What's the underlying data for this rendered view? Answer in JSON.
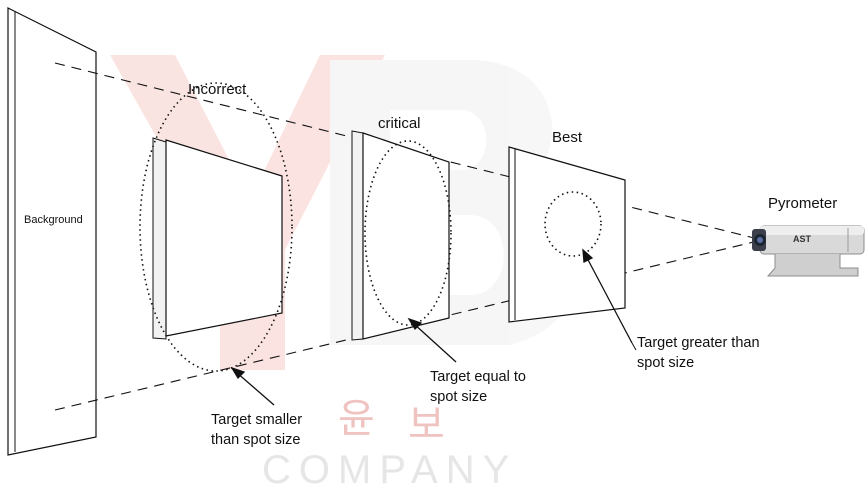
{
  "labels": {
    "background": "Background",
    "incorrect": "Incorrect",
    "critical": "critical",
    "best": "Best",
    "pyrometer": "Pyrometer",
    "pyrometer_brand": "AST",
    "note_smaller": [
      "Target smaller",
      "than spot size"
    ],
    "note_equal": [
      "Target equal to",
      "spot size"
    ],
    "note_greater": [
      "Target greater than",
      "spot size"
    ]
  },
  "watermark": {
    "company": "COMPANY",
    "korean_left": "윤",
    "korean_right": "보"
  },
  "colors": {
    "lines": "#111111",
    "watermark_red": "#f6cdca",
    "watermark_gray": "#e6e6e6"
  }
}
